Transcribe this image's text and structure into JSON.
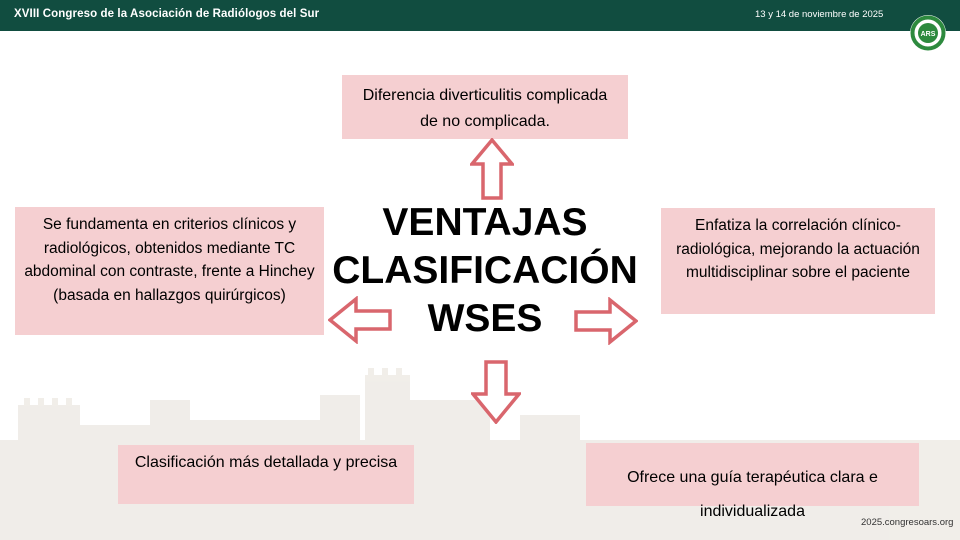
{
  "header": {
    "title": "XVIII Congreso de la Asociación de Radiólogos del Sur",
    "date": "13 y 14 de noviembre de 2025",
    "logo_text": "ARS"
  },
  "title": {
    "line1": "VENTAJAS",
    "line2": "CLASIFICACIÓN",
    "line3": "WSES"
  },
  "boxes": {
    "top": "Diferencia diverticulitis complicada de no complicada.",
    "left": "Se fundamenta en criterios clínicos y radiológicos, obtenidos mediante TC abdominal con contraste, frente a Hinchey (basada en hallazgos quirúrgicos)",
    "right": "Enfatiza la correlación clínico-radiológica, mejorando la actuación multidisciplinar sobre el paciente",
    "bottom_left": "Clasificación más detallada y precisa",
    "bottom_right": "Ofrece una guía terapéutica clara e individualizada"
  },
  "footer": "2025.congresoars.org",
  "colors": {
    "header_bg": "#114d40",
    "box_bg": "#f5cfd1",
    "arrow_stroke": "#d9666d"
  }
}
